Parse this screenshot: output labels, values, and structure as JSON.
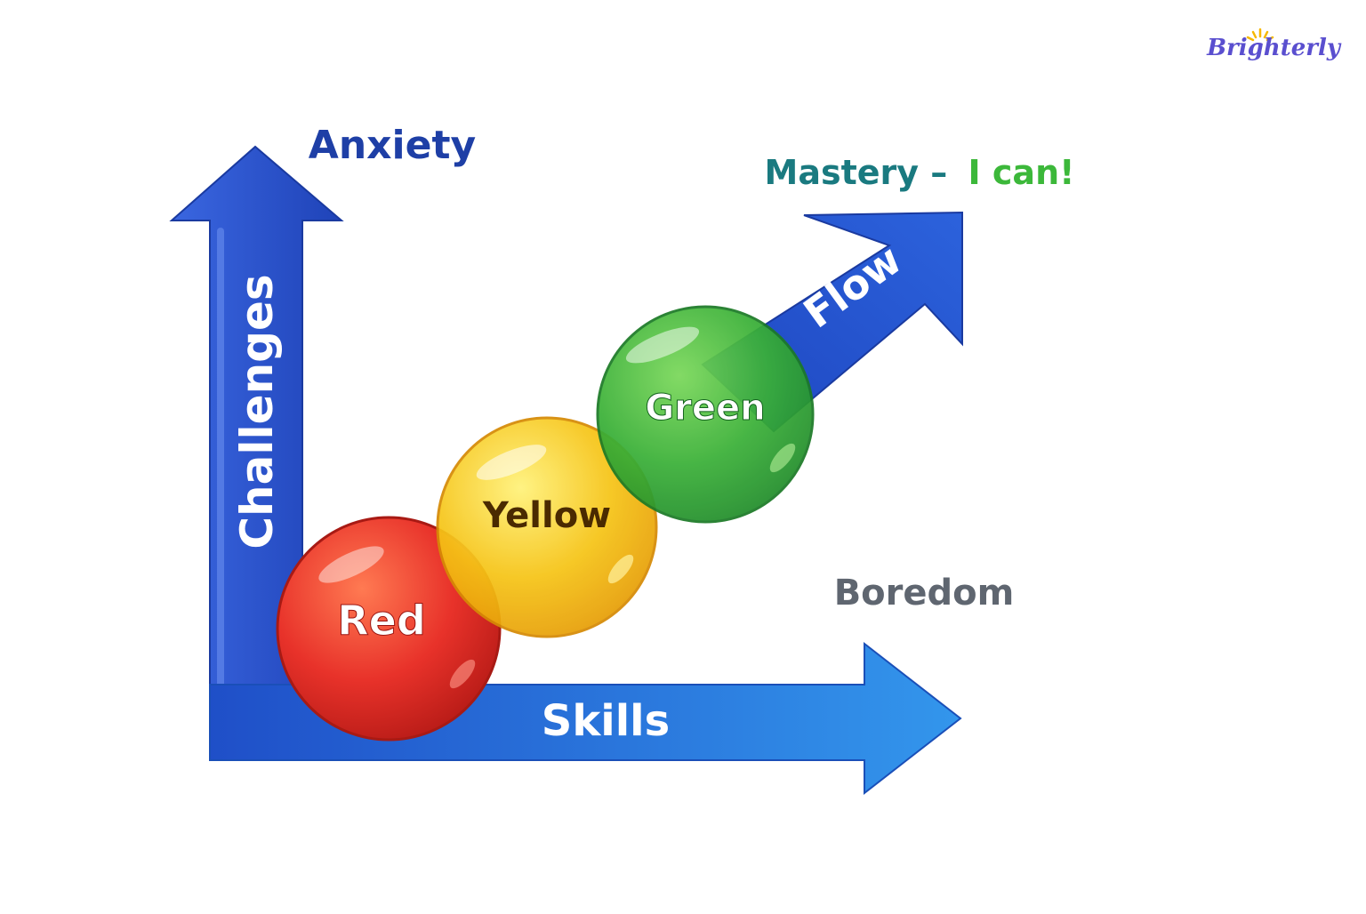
{
  "brand": {
    "logo_text": "Brighterly",
    "color": "#5a4fcf",
    "sun_color": "#f5b800"
  },
  "diagram": {
    "axes": {
      "vertical_label": "Challenges",
      "horizontal_label": "Skills",
      "color": "#2450c8",
      "horizontal_color_light": "#2f8ee8"
    },
    "zones": {
      "anxiety": {
        "label": "Anxiety",
        "color": "#1e3fa6"
      },
      "boredom": {
        "label": "Boredom",
        "color": "#5f6670"
      },
      "mastery": {
        "label_part1": "Mastery –",
        "label_part2": "I can!",
        "color_part1": "#1a7a80",
        "color_part2": "#3cb83a"
      }
    },
    "flow_arrow": {
      "label": "Flow",
      "color": "#2450c8"
    },
    "balls": [
      {
        "label": "Red",
        "color": "#e8322a",
        "text_color": "#ffffff"
      },
      {
        "label": "Yellow",
        "color": "#f6c416",
        "text_color": "#4a2a00"
      },
      {
        "label": "Green",
        "color": "#3ab037",
        "text_color": "#ffffff"
      }
    ]
  }
}
